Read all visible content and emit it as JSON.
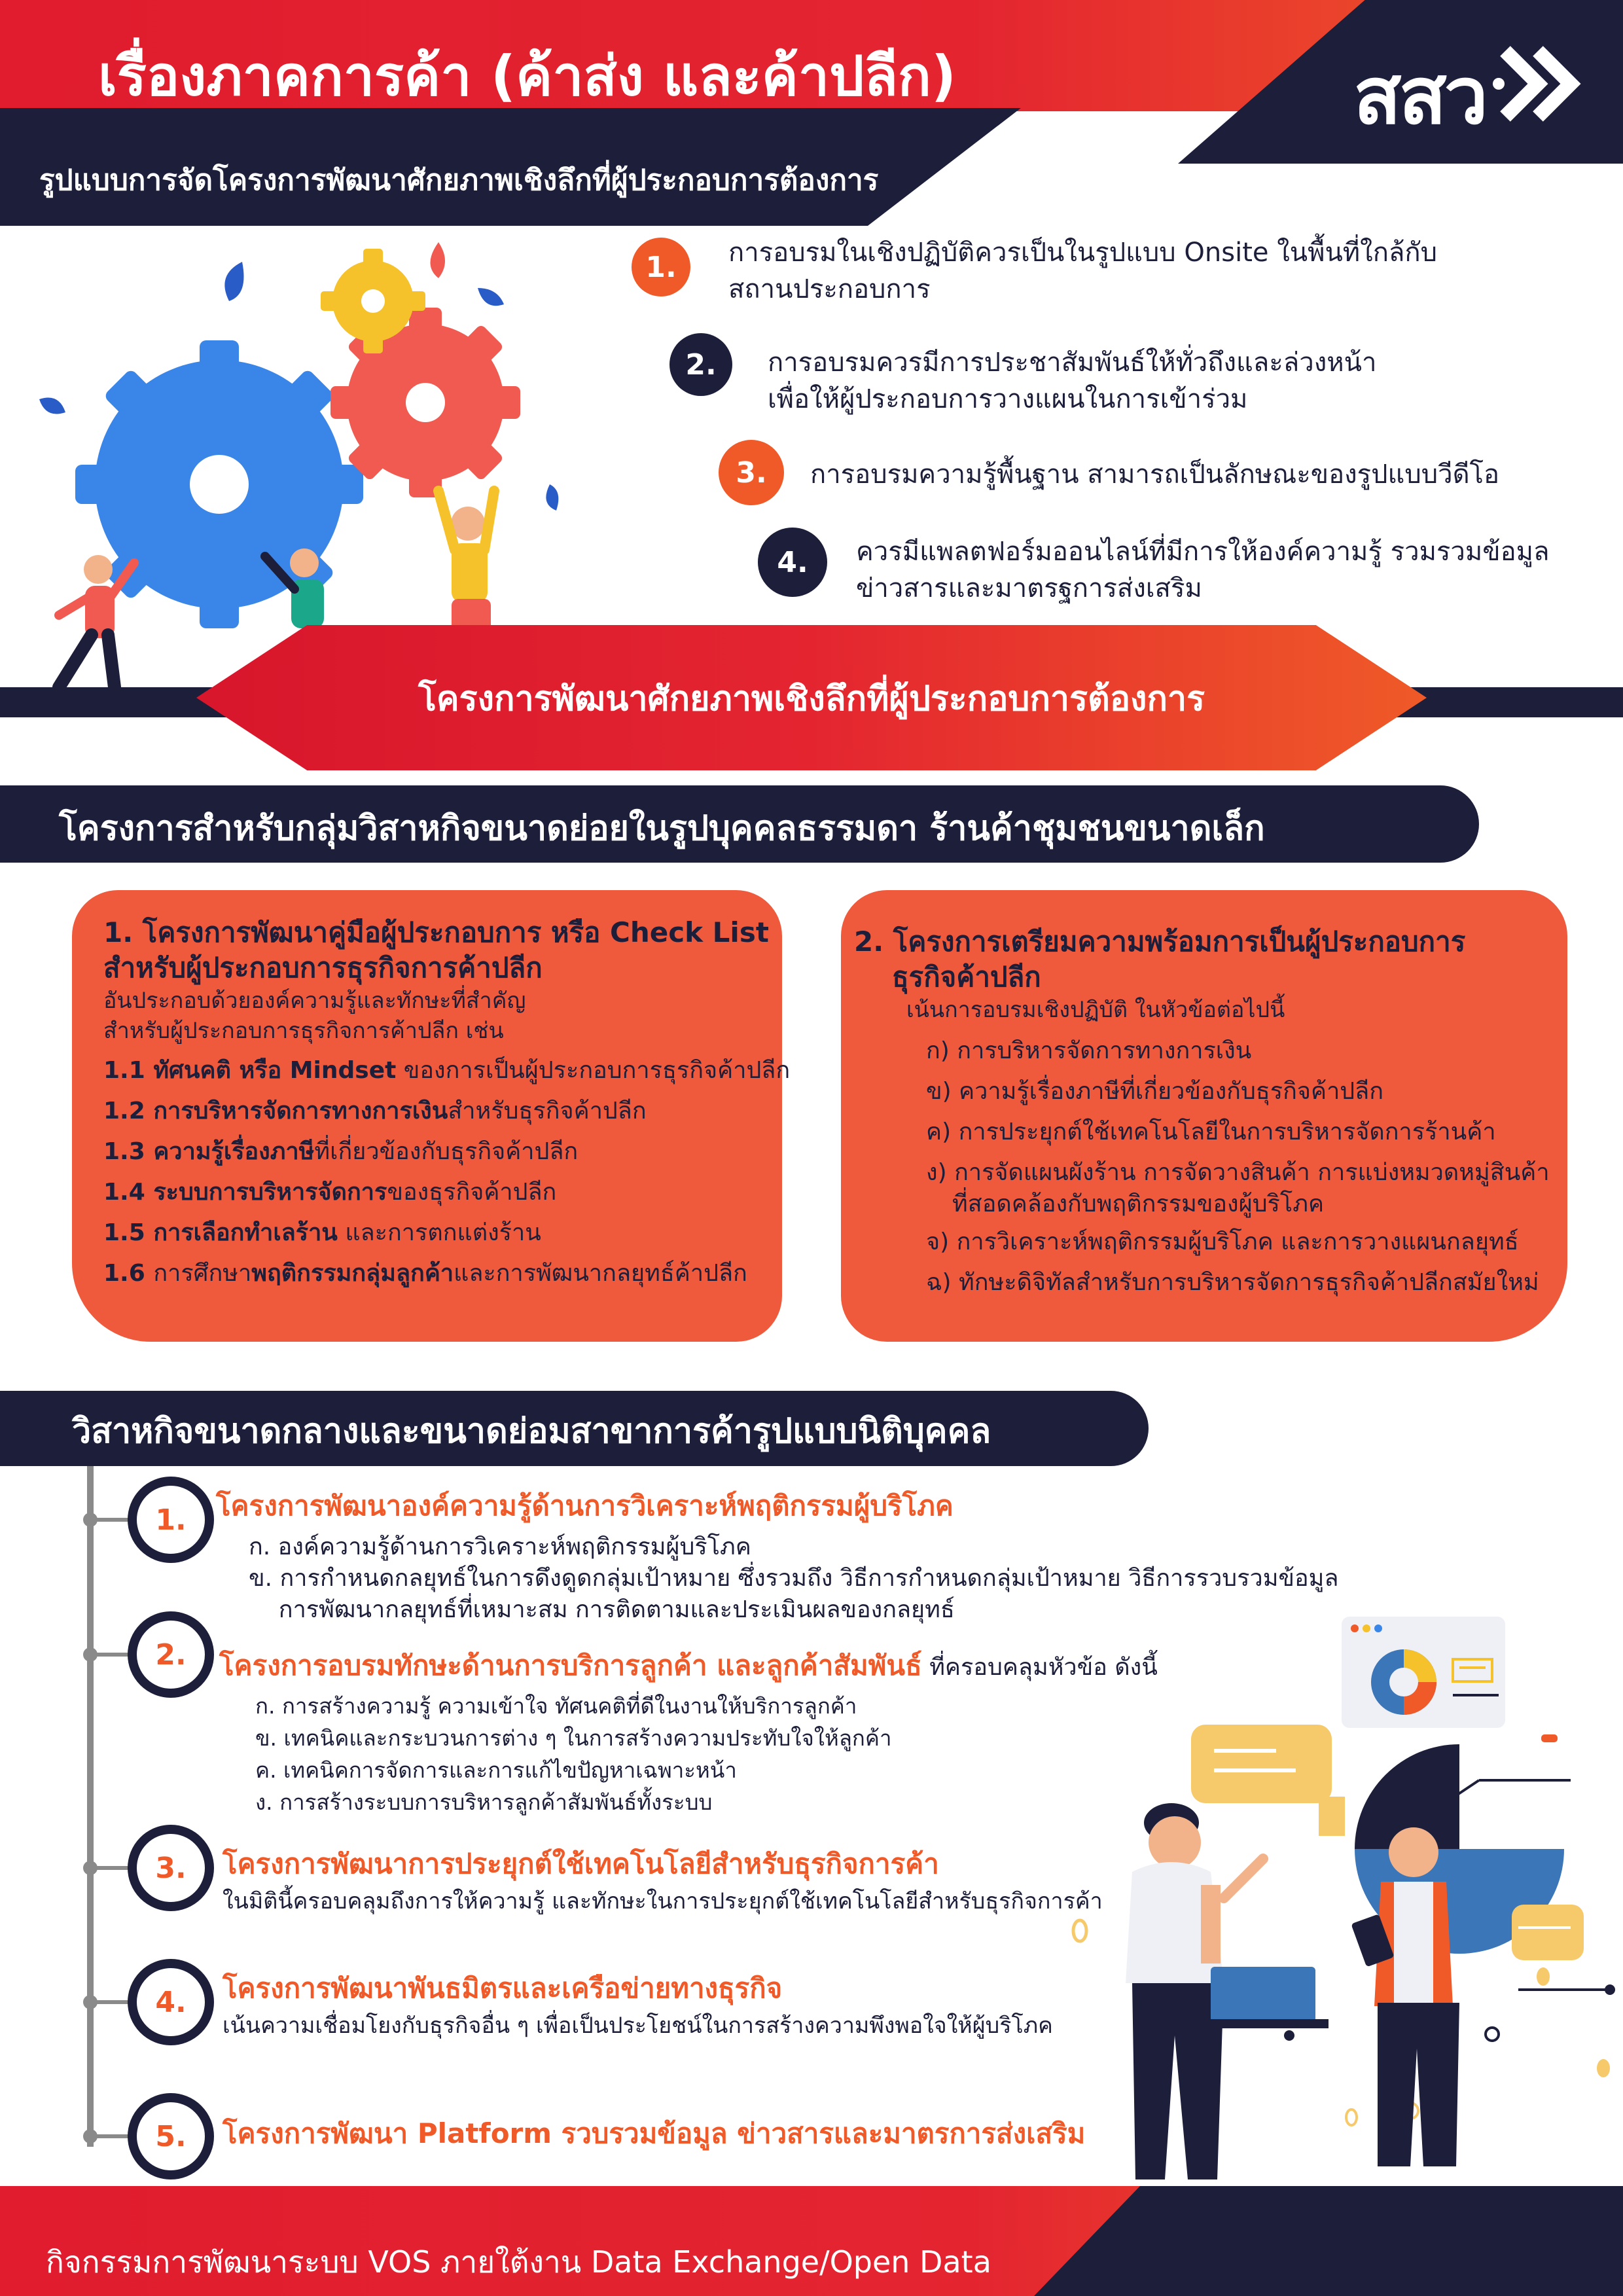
{
  "header": {
    "title": "เรื่องภาคการค้า (ค้าส่ง และค้าปลีก)",
    "subtitle": "รูปแบบการจัดโครงการพัฒนาศักยภาพเชิงลึกที่ผู้ประกอบการต้องการ",
    "logo": "สสว"
  },
  "top_list": [
    {
      "num": "1.",
      "lines": [
        "การอบรมในเชิงปฏิบัติควรเป็นในรูปแบบ Onsite  ในพื้นที่ใกล้กับ",
        "สถานประกอบการ"
      ]
    },
    {
      "num": "2.",
      "lines": [
        "การอบรมควรมีการประชาสัมพันธ์ให้ทั่วถึงและล่วงหน้า",
        "เพื่อให้ผู้ประกอบการวางแผนในการเข้าร่วม"
      ]
    },
    {
      "num": "3.",
      "lines": [
        "การอบรมความรู้พื้นฐาน สามารถเป็นลักษณะของรูปแบบวีดีโอ"
      ]
    },
    {
      "num": "4.",
      "lines": [
        "ควรมีแพลตฟอร์มออนไลน์ที่มีการให้องค์ความรู้ รวมรวมข้อมูล",
        "ข่าวสารและมาตรฐการส่งเสริม"
      ]
    }
  ],
  "banner": "โครงการพัฒนาศักยภาพเชิงลึกที่ผู้ประกอบการต้องการ",
  "section1": {
    "title": "โครงการสำหรับกลุ่มวิสาหกิจขนาดย่อยในรูปบุคคลธรรมดา ร้านค้าชุมชนขนาดเล็ก",
    "card1": {
      "title_lines": [
        "1. โครงการพัฒนาคู่มือผู้ประกอบการ หรือ Check List",
        "สำหรับผู้ประกอบการธุรกิจการค้าปลีก"
      ],
      "desc_lines": [
        "อันประกอบด้วยองค์ความรู้และทักษะที่สำคัญ",
        "สำหรับผู้ประกอบการธุรกิจการค้าปลีก เช่น"
      ],
      "items": [
        {
          "num": "1.1 ",
          "bold": "ทัศนคติ หรือ Mindset",
          "rest": " ของการเป็นผู้ประกอบการธุรกิจค้าปลีก"
        },
        {
          "num": "1.2 ",
          "bold": "การบริหารจัดการทางการเงิน",
          "rest": "สำหรับธุรกิจค้าปลีก"
        },
        {
          "num": "1.3 ",
          "bold": "ความรู้เรื่องภาษี",
          "rest": "ที่เกี่ยวข้องกับธุรกิจค้าปลีก"
        },
        {
          "num": "1.4 ",
          "bold": "ระบบการบริหารจัดการ",
          "rest": "ของธุรกิจค้าปลีก"
        },
        {
          "num": "1.5 ",
          "bold": "การเลือกทำเลร้าน",
          "rest": " และการตกแต่งร้าน"
        },
        {
          "num": "1.6 ",
          "pre": "การศึกษา",
          "bold": "พฤติกรรมกลุ่มลูกค้า",
          "rest": "และการพัฒนากลยุทธ์ค้าปลีก"
        }
      ]
    },
    "card2": {
      "title_lines": [
        "2. โครงการเตรียมความพร้อมการเป็นผู้ประกอบการ",
        "ธุรกิจค้าปลีก"
      ],
      "desc": "เน้นการอบรมเชิงปฏิบัติ ในหัวข้อต่อไปนี้",
      "items": [
        [
          "ก) การบริหารจัดการทางการเงิน"
        ],
        [
          "ข) ความรู้เรื่องภาษีที่เกี่ยวข้องกับธุรกิจค้าปลีก"
        ],
        [
          "ค) การประยุกต์ใช้เทคโนโลยีในการบริหารจัดการร้านค้า"
        ],
        [
          "ง) การจัดแผนผังร้าน การจัดวางสินค้า การแบ่งหมวดหมู่สินค้า",
          "ที่สอดคล้องกับพฤติกรรมของผู้บริโภค"
        ],
        [
          "จ) การวิเคราะห์พฤติกรรมผู้บริโภค และการวางแผนกลยุทธ์"
        ],
        [
          "ฉ) ทักษะดิจิทัลสำหรับการบริหารจัดการธุรกิจค้าปลีกสมัยใหม่"
        ]
      ]
    }
  },
  "section2": {
    "title": "วิสาหกิจขนาดกลางและขนาดย่อมสาขาการค้ารูปแบบนิติบุคคล",
    "items": [
      {
        "num": "1.",
        "title": "โครงการพัฒนาองค์ความรู้ด้านการวิเคราะห์พฤติกรรมผู้บริโภค",
        "suffix": "",
        "lines": [
          "ก. องค์ความรู้ด้านการวิเคราะห์พฤติกรรมผู้บริโภค",
          "ข. การกำหนดกลยุทธ์ในการดึงดูดกลุ่มเป้าหมาย ซึ่งรวมถึง วิธีการกำหนดกลุ่มเป้าหมาย วิธีการรวบรวมข้อมูล",
          "    การพัฒนากลยุทธ์ที่เหมาะสม การติดตามและประเมินผลของกลยุทธ์"
        ]
      },
      {
        "num": "2.",
        "title": "โครงการอบรมทักษะด้านการบริการลูกค้า และลูกค้าสัมพันธ์",
        "suffix": " ที่ครอบคลุมหัวข้อ ดังนี้",
        "lines": [
          "ก. การสร้างความรู้ ความเข้าใจ ทัศนคติที่ดีในงานให้บริการลูกค้า",
          "ข. เทคนิคและกระบวนการต่าง ๆ ในการสร้างความประทับใจให้ลูกค้า",
          "ค. เทคนิคการจัดการและการแก้ไขปัญหาเฉพาะหน้า",
          "ง. การสร้างระบบการบริหารลูกค้าสัมพันธ์ทั้งระบบ"
        ]
      },
      {
        "num": "3.",
        "title": "โครงการพัฒนาการประยุกต์ใช้เทคโนโลยีสำหรับธุรกิจการค้า",
        "suffix": "",
        "lines": [
          "ในมิตินี้ครอบคลุมถึงการให้ความรู้ และทักษะในการประยุกต์ใช้เทคโนโลยีสำหรับธุรกิจการค้า"
        ]
      },
      {
        "num": "4.",
        "title": "โครงการพัฒนาพันธมิตรและเครือข่ายทางธุรกิจ",
        "suffix": "",
        "lines": [
          "เน้นความเชื่อมโยงกับธุรกิจอื่น ๆ เพื่อเป็นประโยชน์ในการสร้างความพึงพอใจให้ผู้บริโภค"
        ]
      },
      {
        "num": "5.",
        "title": "โครงการพัฒนา Platform รวบรวมข้อมูล ข่าวสารและมาตรการส่งเสริม",
        "suffix": "",
        "lines": []
      }
    ]
  },
  "footer": "กิจกรรมการพัฒนาระบบ VOS ภายใต้งาน Data Exchange/Open Data",
  "colors": {
    "navy": "#1c1e3a",
    "red": "#e42530",
    "orange": "#ef5a28",
    "card": "#f05a3c",
    "yellow": "#f5c22c",
    "blue": "#3a86e8"
  }
}
